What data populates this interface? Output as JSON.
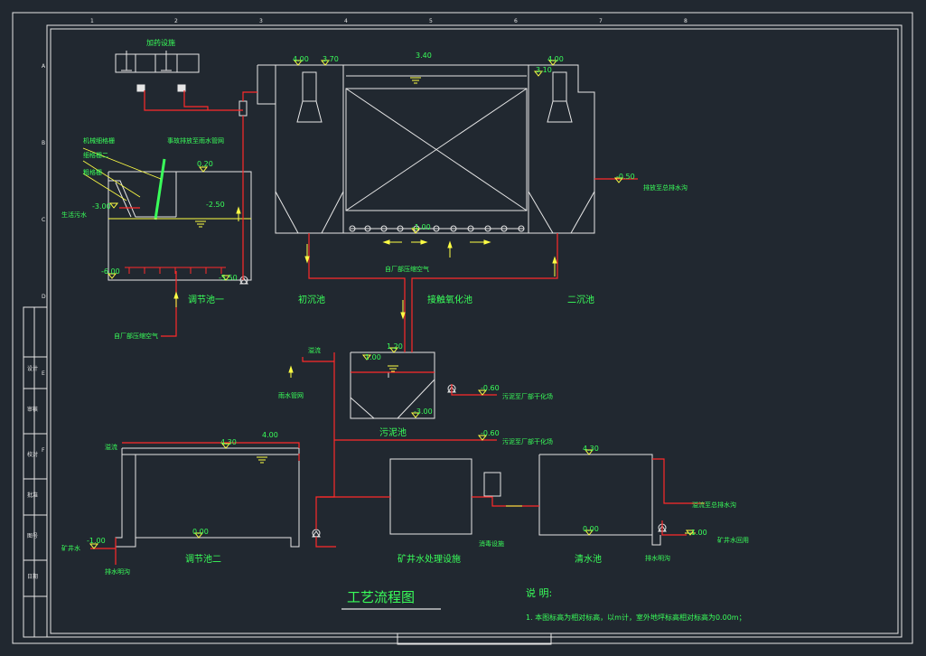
{
  "colors": {
    "background": "#212830",
    "outline": "#e6e6e6",
    "pipe": "#ff2a2a",
    "label": "#39ff5a",
    "level": "#ffff44"
  },
  "border_numbers": [
    "1",
    "2",
    "3",
    "4",
    "5",
    "6",
    "7",
    "8"
  ],
  "border_letters": [
    "A",
    "B",
    "C",
    "D",
    "E",
    "F"
  ],
  "sedimentation": {
    "top_label": "加药设施",
    "overflow_pipe": "事故排放至雨水管网",
    "elevations": {
      "weir_left": "4.00",
      "weir_left2": "3.70",
      "water": "3.40",
      "weir_right": "4.00",
      "weir_right2": "3.10",
      "bottom": "-1.00"
    },
    "discharge": {
      "elevation": "-0.50",
      "label": "排放至总排水沟"
    },
    "air_label": "自厂部压缩空气",
    "primary_label": "初沉池",
    "contact_label": "接触氧化池",
    "secondary_label": "二沉池"
  },
  "regulating1": {
    "screen_labels": [
      "机械细格栅",
      "细格栅二",
      "粗格栅"
    ],
    "inlet_label": "生活污水",
    "inlet_elevation": "-3.00",
    "top_elevation": "0.20",
    "water_elevation": "-2.50",
    "bottom_elevation": "-6.00",
    "pump_elevation": "-5.50",
    "label": "调节池一",
    "air_label": "自厂部压缩空气"
  },
  "sludge_tank": {
    "overflow_label": "溢流",
    "rain_label": "雨水管网",
    "top_elevation": "1.20",
    "water_elevation": "1.00",
    "bottom_elevation": "-3.00",
    "label": "污泥池",
    "out1": {
      "elevation": "-0.60",
      "label": "污泥至厂部干化场"
    },
    "out2": {
      "elevation": "-0.60",
      "label": "污泥至厂部干化场"
    }
  },
  "regulating2": {
    "overflow_label": "溢流",
    "top_elevation": "4.30",
    "water_elevation": "4.00",
    "bottom_elevation": "0.00",
    "inlet_elevation": "-1.00",
    "inlet_label": "矿井水",
    "drain_label": "排水明沟",
    "label": "调节池二"
  },
  "treatment": {
    "label": "矿井水处理设施",
    "dosing_label": "消毒设施"
  },
  "clear_tank": {
    "top_elevation": "4.30",
    "bottom_elevation": "0.00",
    "overflow_label": "溢流至总排水沟",
    "outlet_elevation": "-1.00",
    "outlet_label": "矿井水回用",
    "drain_label": "排水明沟",
    "label": "清水池"
  },
  "title": "工艺流程图",
  "notes": {
    "heading": "说  明:",
    "items": [
      "1. 本图标高为相对标高，以m计，室外地坪标高相对标高为0.00m；"
    ]
  },
  "title_block": [
    "设计",
    "审核",
    "校对",
    "批准",
    "图号",
    "日期"
  ]
}
